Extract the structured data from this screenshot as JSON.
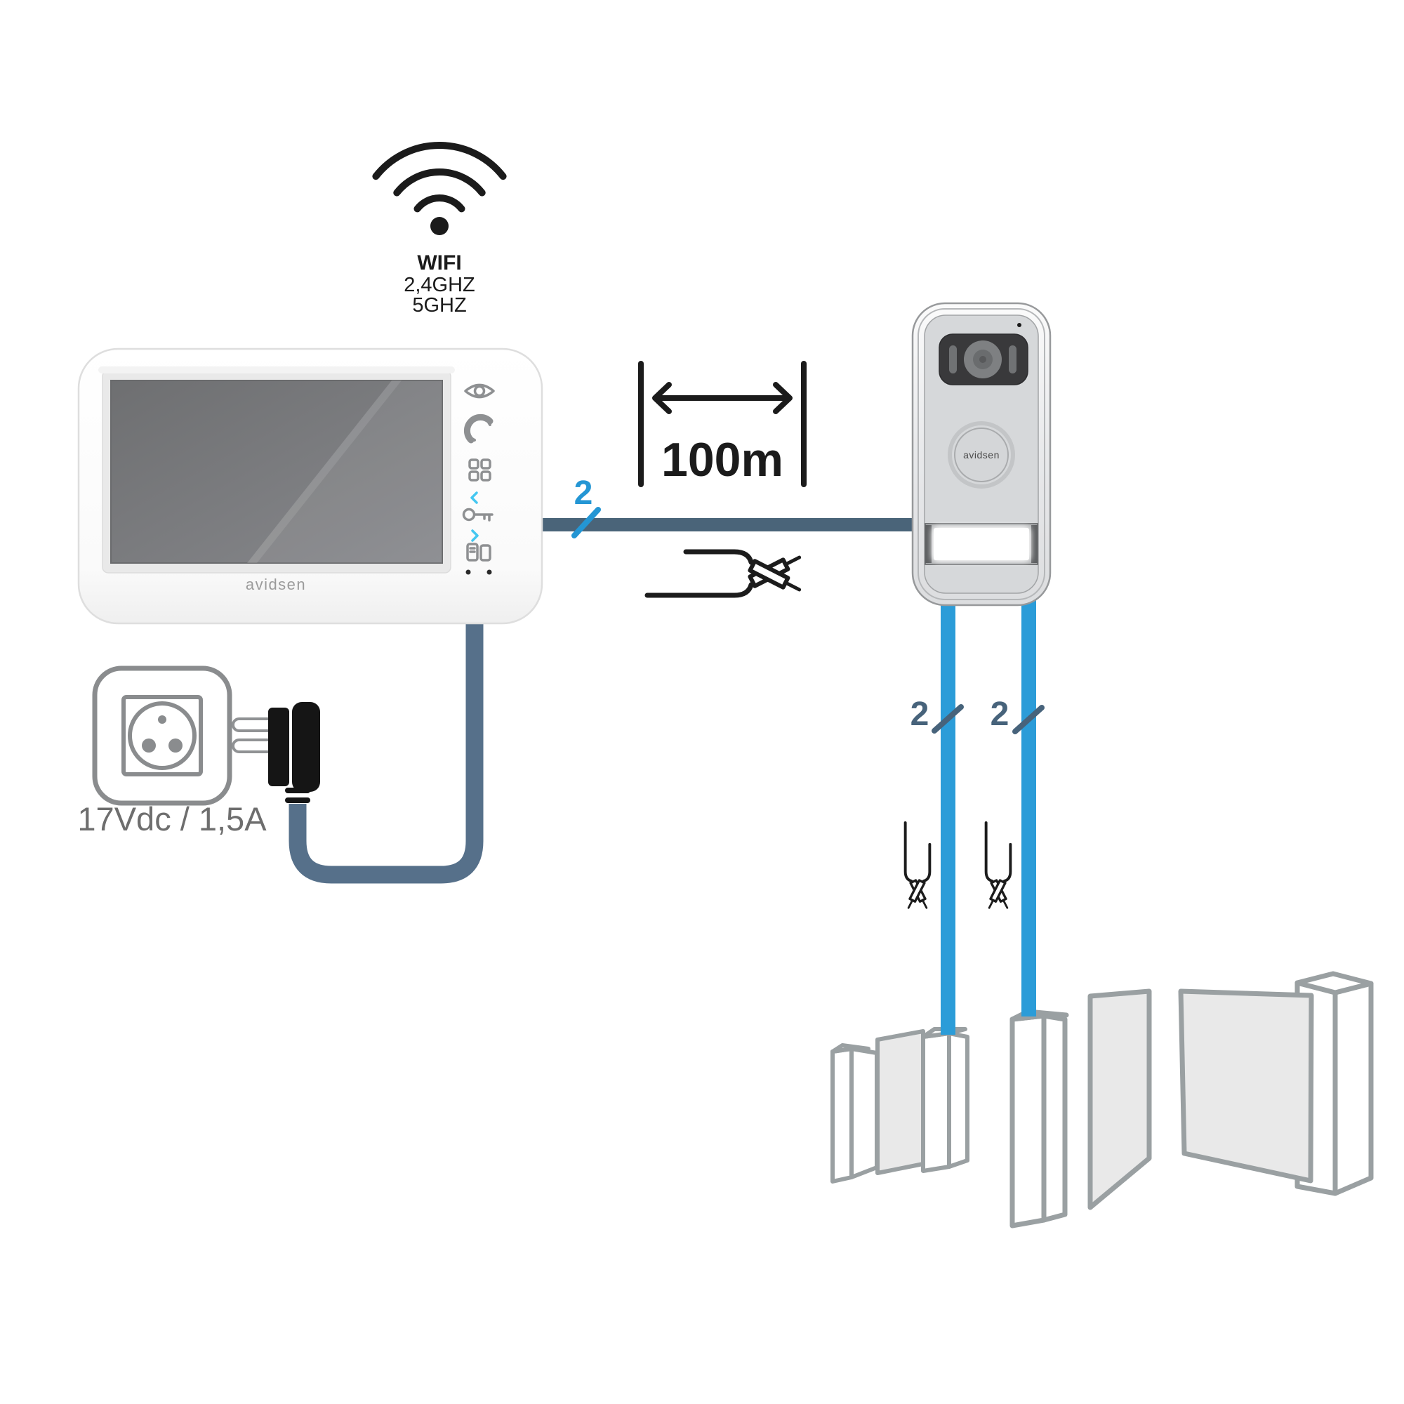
{
  "wifi": {
    "title": "WIFI",
    "band_24": "2,4GHZ",
    "band_5": "5GHZ"
  },
  "monitor": {
    "brand": "avidsen",
    "icon_names": [
      "view-eye-icon",
      "call-phone-icon",
      "menu-grid-icon",
      "key-unlock-icon",
      "gate-open-icon"
    ],
    "indicator_dots": 2
  },
  "door_station": {
    "brand": "avidsen"
  },
  "dimension": {
    "label": "100m"
  },
  "power_adapter": {
    "label": "17Vdc / 1,5A"
  },
  "cables": {
    "bus_wire_count": "2",
    "strike_left_wire_count": "2",
    "strike_right_wire_count": "2"
  },
  "colors": {
    "accent_blue": "#2b9cd8",
    "label_blue": "#2496d4",
    "cable_bus_slate": "#4a6479",
    "cable_power_slate": "#56708a",
    "label_slate": "#47637b",
    "glyph_black": "#1b1b1b",
    "icon_gray": "#8e9092",
    "cyan_accent": "#44c7f1",
    "text_gray": "#6e6e6e",
    "outline_gray": "#9aa0a2",
    "panel_fill": "#e9e9e9",
    "station_face": "#d6d8da",
    "screen_gray": "#77787a"
  }
}
